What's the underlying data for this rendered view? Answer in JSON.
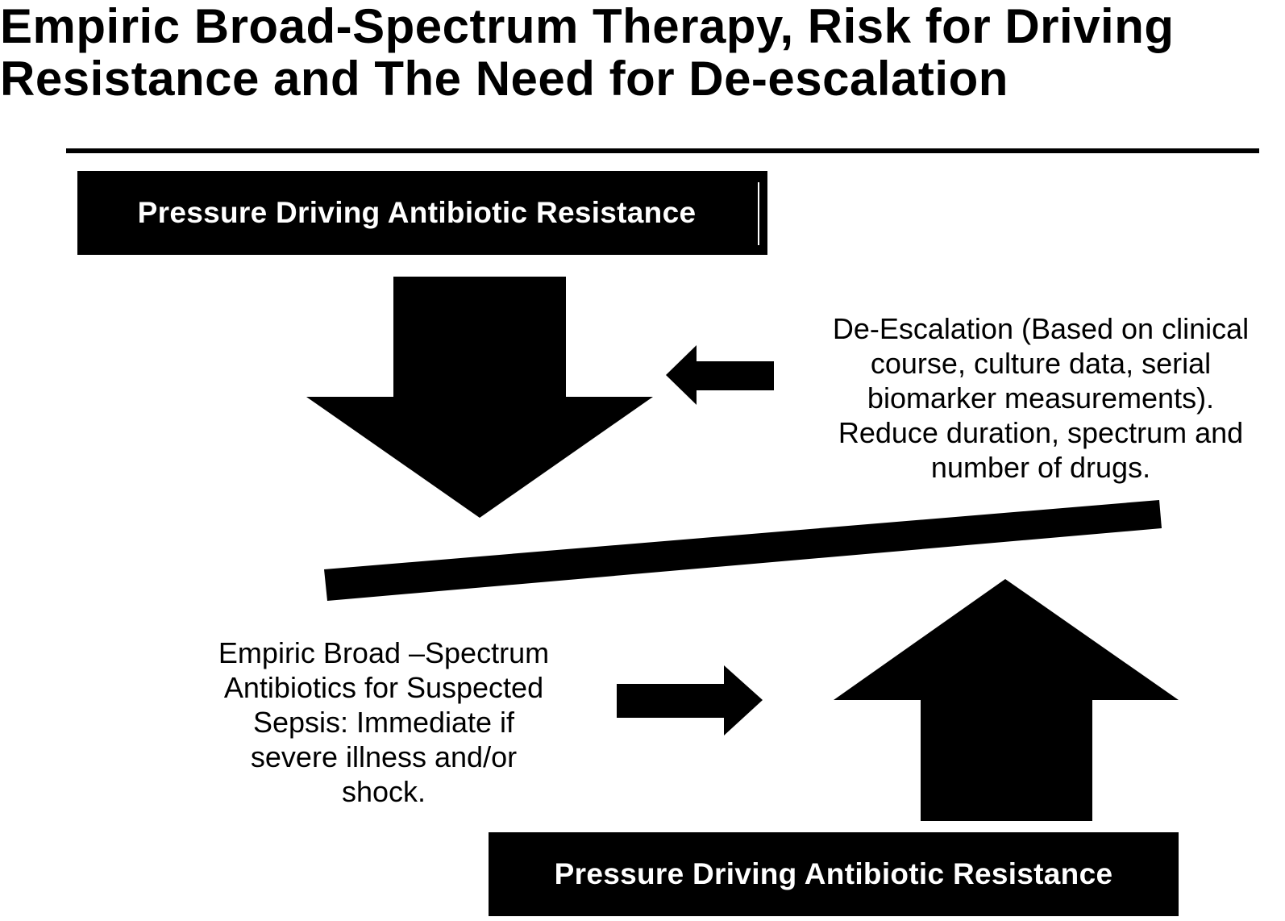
{
  "title": "Empiric Broad-Spectrum Therapy, Risk for Driving\nResistance and The Need for De-escalation",
  "top_box": {
    "label": "Pressure Driving Antibiotic Resistance"
  },
  "bottom_box": {
    "label": "Pressure Driving Antibiotic Resistance"
  },
  "de_escalation_text": "De-Escalation (Based on clinical\ncourse, culture data, serial\nbiomarker measurements).\nReduce duration, spectrum and\nnumber of drugs.",
  "empiric_text": "Empiric Broad –Spectrum\nAntibiotics for  Suspected\nSepsis: Immediate if\nsevere illness and/or\nshock.",
  "colors": {
    "ink": "#000000",
    "background": "#ffffff",
    "box_text": "#ffffff"
  }
}
